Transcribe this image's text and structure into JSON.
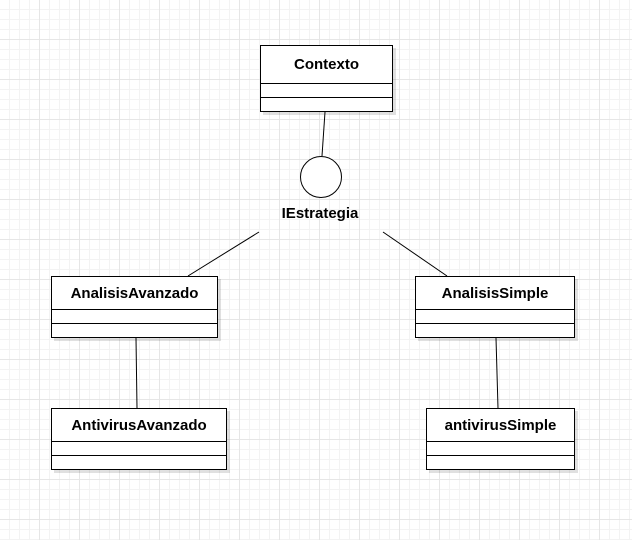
{
  "diagram": {
    "interface": {
      "name": "IEstrategia"
    },
    "classes": [
      {
        "id": "contexto",
        "name": "Contexto"
      },
      {
        "id": "analisis-avanzado",
        "name": "AnalisisAvanzado"
      },
      {
        "id": "analisis-simple",
        "name": "AnalisisSimple"
      },
      {
        "id": "antivirus-avanzado",
        "name": "AntivirusAvanzado"
      },
      {
        "id": "antivirus-simple",
        "name": "antivirusSimple"
      }
    ]
  }
}
